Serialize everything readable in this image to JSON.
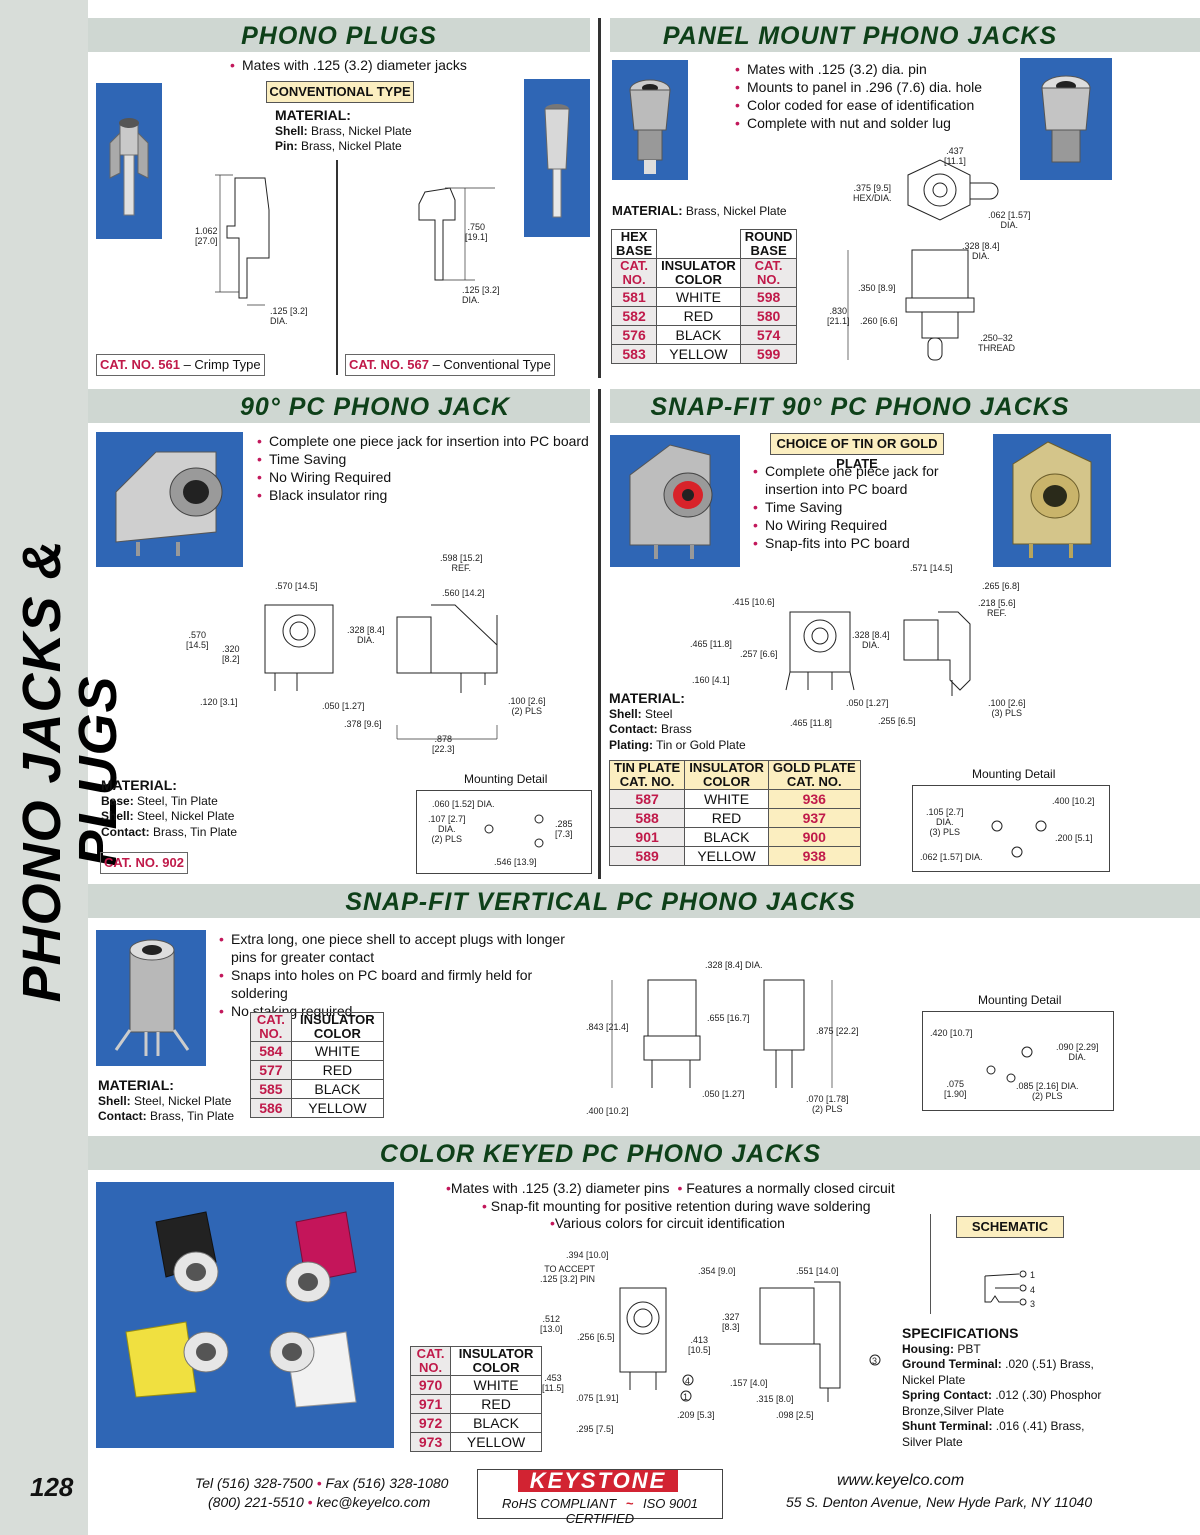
{
  "sidebar": {
    "title": "PHONO JACKS & PLUGS",
    "page_number": "128"
  },
  "phono_plugs": {
    "title": "PHONO PLUGS",
    "bullet": "Mates with .125 (3.2) diameter jacks",
    "badge": "CONVENTIONAL TYPE",
    "material_head": "MATERIAL:",
    "material": [
      {
        "k": "Shell:",
        "v": "Brass, Nickel Plate"
      },
      {
        "k": "Pin:",
        "v": "Brass, Nickel Plate"
      }
    ],
    "dims": {
      "d1": "1.062\n[27.0]",
      "d2": ".125 [3.2]\nDIA.",
      "d3": ".750\n[19.1]",
      "d4": ".125 [3.2]\nDIA."
    },
    "cat_a": {
      "cat": "CAT. NO. 561",
      "desc": " – Crimp Type"
    },
    "cat_b": {
      "cat": "CAT. NO. 567",
      "desc": " – Conventional Type"
    }
  },
  "panel_mount": {
    "title": "PANEL MOUNT PHONO JACKS",
    "bullets": [
      "Mates with .125 (3.2) dia. pin",
      "Mounts to panel in .296 (7.6) dia. hole",
      "Color coded for ease of identification",
      "Complete with nut and solder lug"
    ],
    "material_head": "MATERIAL:",
    "material_text": "Brass, Nickel Plate",
    "table": {
      "h1": "HEX\nBASE",
      "h2": "ROUND\nBASE",
      "c1": "CAT.\nNO.",
      "c2": "INSULATOR\nCOLOR",
      "c3": "CAT.\nNO.",
      "rows": [
        [
          "581",
          "WHITE",
          "598"
        ],
        [
          "582",
          "RED",
          "580"
        ],
        [
          "576",
          "BLACK",
          "574"
        ],
        [
          "583",
          "YELLOW",
          "599"
        ]
      ]
    },
    "dims": {
      "a": ".437\n[11.1]",
      "b": ".375 [9.5]\nHEX/DIA.",
      "c": ".062 [1.57]\nDIA.",
      "d": ".328 [8.4]\nDIA.",
      "e": ".350 [8.9]",
      "f": ".830\n[21.1]",
      "g": ".260 [6.6]",
      "h": ".250–32\nTHREAD"
    }
  },
  "pc_90": {
    "title": "90° PC PHONO JACK",
    "bullets": [
      "Complete one piece jack for insertion into PC board",
      "Time Saving",
      "No Wiring Required",
      "Black insulator ring"
    ],
    "material_head": "MATERIAL:",
    "material": [
      {
        "k": "Base:",
        "v": "Steel, Tin Plate"
      },
      {
        "k": "Shell:",
        "v": "Steel, Nickel Plate"
      },
      {
        "k": "Contact:",
        "v": "Brass, Tin Plate"
      }
    ],
    "cat": "CAT. NO. 902",
    "mounting_title": "Mounting Detail",
    "dims": {
      "a": ".598 [15.2]\nREF.",
      "b": ".570 [14.5]",
      "c": ".560 [14.2]",
      "d": ".570\n[14.5]",
      "e": ".320\n[8.2]",
      "f": ".328 [8.4]\nDIA.",
      "g": ".120 [3.1]",
      "h": ".050 [1.27]",
      "i": ".100 [2.6]\n(2) PLS",
      "j": ".378 [9.6]",
      "k": ".878\n[22.3]",
      "m1": ".060 [1.52] DIA.",
      "m2": ".107 [2.7]\nDIA.\n(2) PLS",
      "m3": ".285\n[7.3]",
      "m4": ".546 [13.9]"
    }
  },
  "snapfit_90": {
    "title": "SNAP-FIT 90° PC PHONO JACKS",
    "badge": "CHOICE OF TIN OR GOLD PLATE",
    "bullets": [
      "Complete one piece jack for insertion into PC board",
      "Time Saving",
      "No Wiring Required",
      "Snap-fits into PC board"
    ],
    "material_head": "MATERIAL:",
    "material": [
      {
        "k": "Shell:",
        "v": "Steel"
      },
      {
        "k": "Contact:",
        "v": "Brass"
      },
      {
        "k": "Plating:",
        "v": "Tin or Gold Plate"
      }
    ],
    "table": {
      "h1": "TIN PLATE\nCAT. NO.",
      "h2": "INSULATOR\nCOLOR",
      "h3": "GOLD PLATE\nCAT. NO.",
      "rows": [
        [
          "587",
          "WHITE",
          "936"
        ],
        [
          "588",
          "RED",
          "937"
        ],
        [
          "901",
          "BLACK",
          "900"
        ],
        [
          "589",
          "YELLOW",
          "938"
        ]
      ]
    },
    "mounting_title": "Mounting Detail",
    "dims": {
      "a": ".571 [14.5]",
      "b": ".265 [6.8]",
      "c": ".218 [5.6]\nREF.",
      "d": ".415 [10.6]",
      "e": ".465 [11.8]",
      "f": ".257 [6.6]",
      "g": ".328 [8.4]\nDIA.",
      "h": ".160 [4.1]",
      "i": ".050 [1.27]",
      "j": ".100 [2.6]\n(3) PLS",
      "k": ".465 [11.8]",
      "l": ".255 [6.5]",
      "m1": ".400 [10.2]",
      "m2": ".105 [2.7]\nDIA.\n(3) PLS",
      "m3": ".200 [5.1]",
      "m4": ".062 [1.57] DIA."
    }
  },
  "snapfit_vertical": {
    "title": "SNAP-FIT VERTICAL PC PHONO JACKS",
    "bullets": [
      "Extra long, one piece shell to accept plugs with longer pins for greater contact",
      "Snaps into holes on PC board and firmly held for soldering",
      "No staking required"
    ],
    "material_head": "MATERIAL:",
    "material": [
      {
        "k": "Shell:",
        "v": "Steel, Nickel Plate"
      },
      {
        "k": "Contact:",
        "v": "Brass, Tin Plate"
      }
    ],
    "table": {
      "h1": "CAT.\nNO.",
      "h2": "INSULATOR\nCOLOR",
      "rows": [
        [
          "584",
          "WHITE"
        ],
        [
          "577",
          "RED"
        ],
        [
          "585",
          "BLACK"
        ],
        [
          "586",
          "YELLOW"
        ]
      ]
    },
    "mounting_title": "Mounting Detail",
    "dims": {
      "a": ".328 [8.4] DIA.",
      "b": ".843 [21.4]",
      "c": ".655 [16.7]",
      "d": ".875 [22.2]",
      "e": ".050 [1.27]",
      "f": ".400 [10.2]",
      "g": ".070 [1.78]\n(2) PLS",
      "m1": ".420 [10.7]",
      "m2": ".090 [2.29]\nDIA.",
      "m3": ".075\n[1.90]",
      "m4": ".085 [2.16] DIA.\n(2) PLS"
    }
  },
  "color_keyed": {
    "title": "COLOR KEYED PC PHONO JACKS",
    "bullets_line1a": "Mates with .125 (3.2) diameter pins",
    "bullets_line1b": "Features a normally closed circuit",
    "bullets_line2": "Snap-fit mounting for positive retention during wave soldering",
    "bullets_line3": "Various colors for circuit identification",
    "schematic_badge": "SCHEMATIC",
    "schematic_pins": [
      "1",
      "4",
      "3"
    ],
    "table": {
      "h1": "CAT.\nNO.",
      "h2": "INSULATOR\nCOLOR",
      "rows": [
        [
          "970",
          "WHITE"
        ],
        [
          "971",
          "RED"
        ],
        [
          "972",
          "BLACK"
        ],
        [
          "973",
          "YELLOW"
        ]
      ]
    },
    "spec_head": "SPECIFICATIONS",
    "specs": [
      {
        "k": "Housing:",
        "v": "PBT"
      },
      {
        "k": "Ground Terminal:",
        "v": ".020 (.51) Brass, Nickel Plate"
      },
      {
        "k": "Spring Contact:",
        "v": ".012 (.30) Phosphor Bronze,Silver Plate"
      },
      {
        "k": "Shunt Terminal:",
        "v": ".016 (.41) Brass, Silver Plate"
      }
    ],
    "dims": {
      "a": ".394 [10.0]",
      "b": "TO ACCEPT\n.125 [3.2] PIN",
      "c": ".354 [9.0]",
      "d": ".551 [14.0]",
      "e": ".512\n[13.0]",
      "f": ".256 [6.5]",
      "g": ".327\n[8.3]",
      "h": ".413\n[10.5]",
      "i": ".453\n[11.5]",
      "j": ".157 [4.0]",
      "k": ".075 [1.91]",
      "l": ".315 [8.0]",
      "m": ".209 [5.3]",
      "n": ".098 [2.5]",
      "o": ".295 [7.5]"
    },
    "callouts": [
      "4",
      "1",
      "3"
    ]
  },
  "footer": {
    "tel": "Tel (516) 328-7500",
    "fax": "Fax (516) 328-1080",
    "tollfree": "(800) 221-5510",
    "email": "kec@keyelco.com",
    "brand": "KEYSTONE",
    "rohs": "RoHS COMPLIANT",
    "iso": "ISO 9001 CERTIFIED",
    "web": "www.keyelco.com",
    "address": "55 S. Denton Avenue, New Hyde Park, NY 11040"
  },
  "colors": {
    "band": "#cfd7d2",
    "title_green": "#0e4019",
    "cat_pink": "#c01a4a",
    "badge_yellow": "#fbeec0",
    "photo_blue": "#2f66b5",
    "logo_red": "#d22332"
  }
}
